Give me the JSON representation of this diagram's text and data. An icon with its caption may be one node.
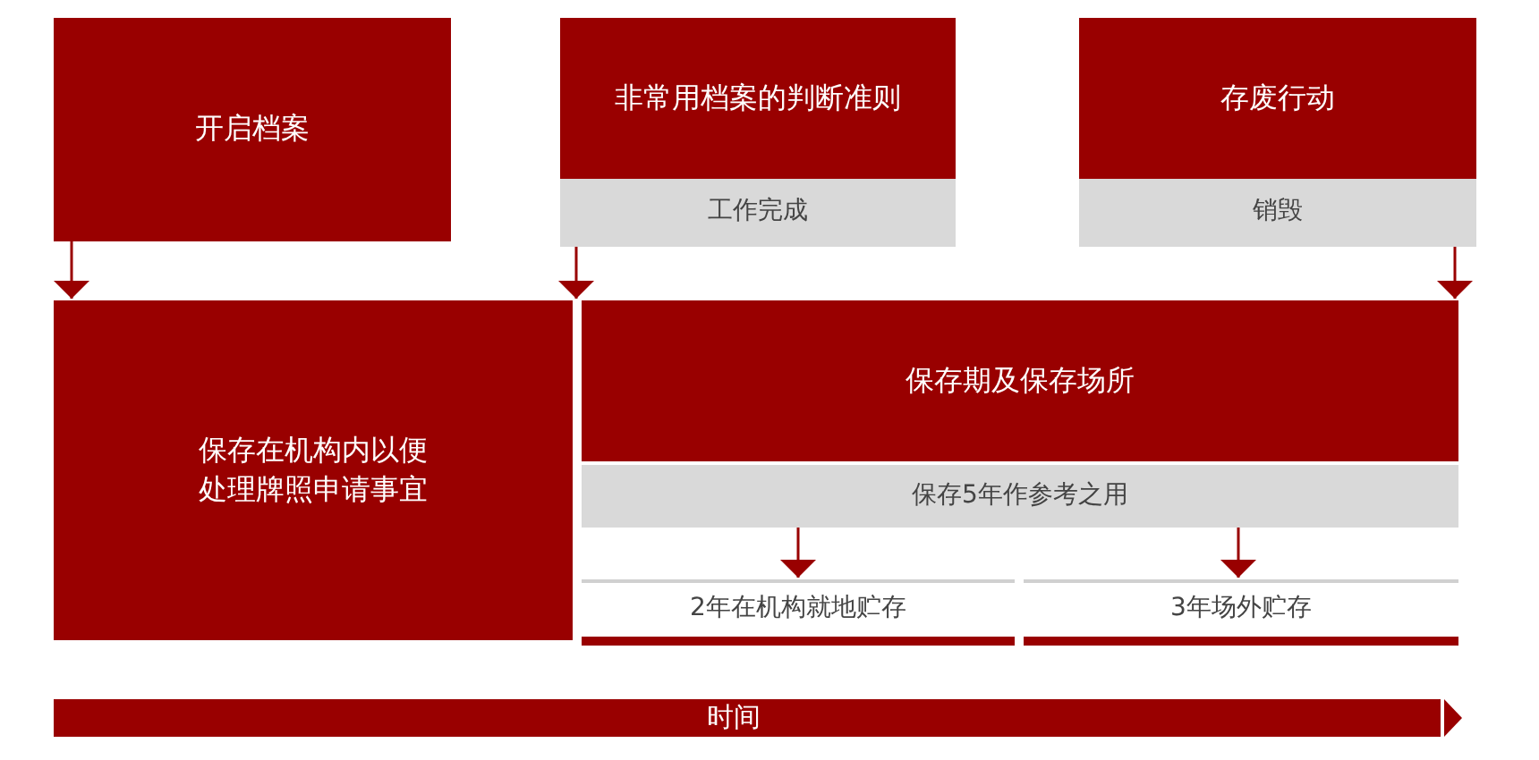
{
  "diagram": {
    "nodes": [
      {
        "text": [
          "开启档案"
        ]
      },
      {
        "text": [
          "非常用档案的判断准则"
        ]
      },
      {
        "text": [
          "工作完成"
        ]
      },
      {
        "text": [
          "存废行动"
        ]
      },
      {
        "text": [
          "销毁"
        ]
      },
      {
        "text": [
          "保存在机构内以便处理牌照申请事宜"
        ]
      },
      {
        "text": [
          "保存期及保存场所"
        ]
      },
      {
        "text": [
          "保存5年作参考之用"
        ]
      },
      {
        "text": [
          "2年在机构就地贮存"
        ]
      },
      {
        "text": [
          "3年场外贮存"
        ]
      },
      {
        "text": [
          "时间"
        ]
      }
    ],
    "edges": [
      {
        "from": 0,
        "to": 5,
        "arrow": "to"
      },
      {
        "from": 2,
        "to": 6,
        "arrow": "to"
      },
      {
        "from": 4,
        "to": 6,
        "arrow": "to"
      },
      {
        "from": 7,
        "to": 8,
        "arrow": "to"
      },
      {
        "from": 7,
        "to": 9,
        "arrow": "to"
      }
    ]
  }
}
